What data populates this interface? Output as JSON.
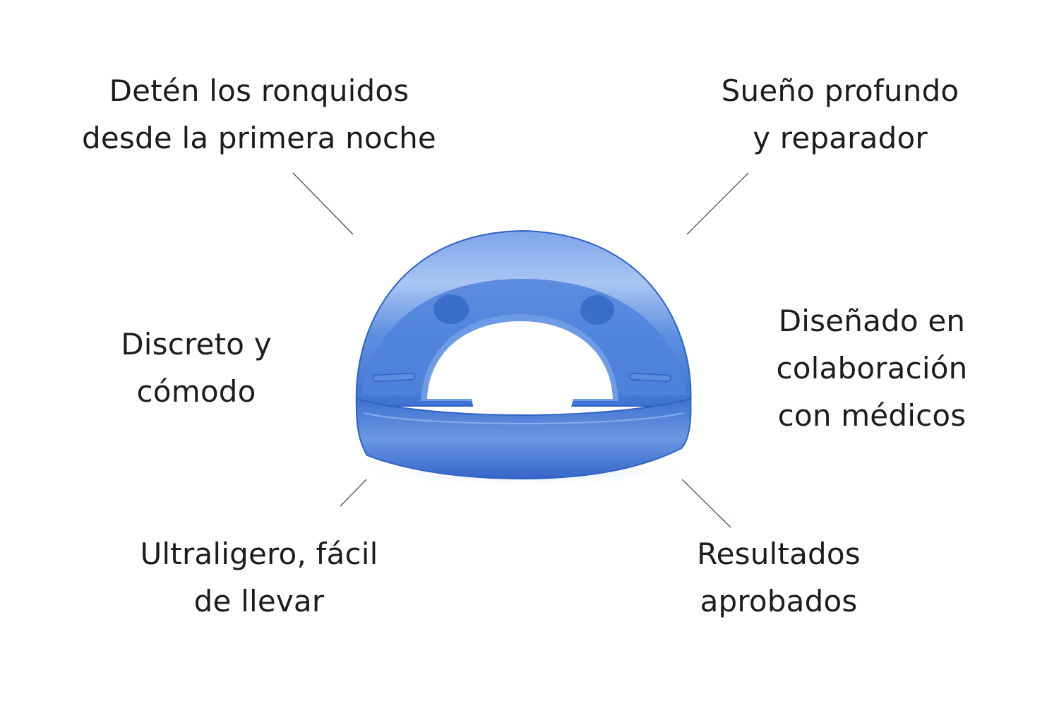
{
  "callouts": {
    "top_left": [
      "Detén los ronquidos",
      "desde la primera noche"
    ],
    "top_right": [
      "Sueño profundo",
      "y reparador"
    ],
    "middle_left": [
      "Discreto y",
      "cómodo"
    ],
    "middle_right": [
      "Diseñado en",
      "colaboración",
      "con médicos"
    ],
    "bottom_left": [
      "Ultraligero, fácil",
      "de llevar"
    ],
    "bottom_right": [
      "Resultados",
      "aprobados"
    ]
  },
  "colors": {
    "product_blue": "#4a7fd6",
    "product_dark": "#2f62c4",
    "product_light": "#9dbdf0",
    "leader_line": "#3f5560",
    "text": "#1c1c1c"
  }
}
